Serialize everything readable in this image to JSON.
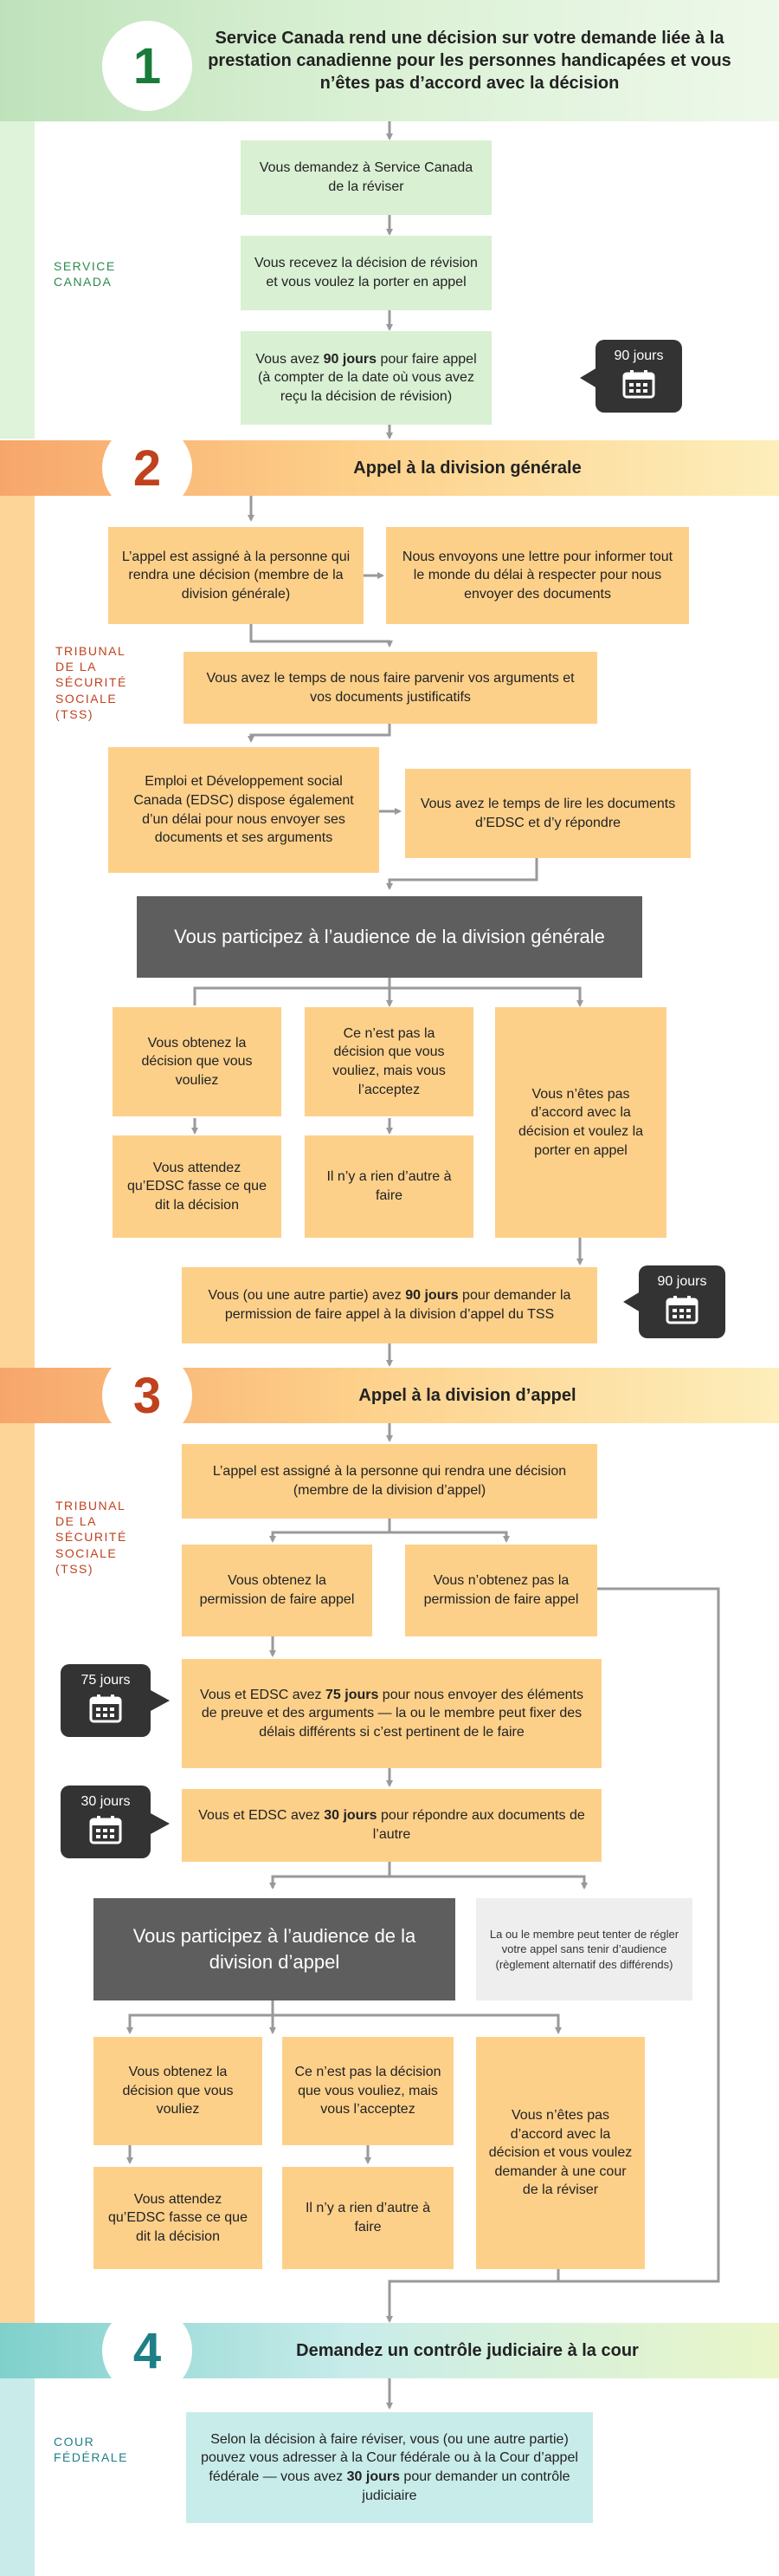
{
  "colors": {
    "green": "#d9f0d3",
    "orange": "#fdd08a",
    "teal": "#c8ecea",
    "dark": "#5e5e5e",
    "arrow": "#999999"
  },
  "steps": [
    {
      "number": "1",
      "title": "Service Canada rend une décision sur votre demande liée à la prestation canadienne pour les personnes handicapées et vous n’êtes pas d’accord avec la décision"
    },
    {
      "number": "2",
      "title": "Appel à la division générale"
    },
    {
      "number": "3",
      "title": "Appel à la division d’appel"
    },
    {
      "number": "4",
      "title": "Demandez un contrôle judiciaire à la cour"
    }
  ],
  "sides": {
    "sc": [
      "SERVICE",
      "CANADA"
    ],
    "tss1": [
      "TRIBUNAL",
      "DE LA",
      "SÉCURITÉ",
      "SOCIALE",
      "(TSS)"
    ],
    "tss2": [
      "TRIBUNAL",
      "DE LA",
      "SÉCURITÉ",
      "SOCIALE",
      "(TSS)"
    ],
    "cf": [
      "COUR",
      "FÉDÉRALE"
    ]
  },
  "s1": {
    "b1": "Vous demandez à Service Canada de la réviser",
    "b2": "Vous recevez la décision de révision et vous voulez la porter en appel",
    "b3_pre": "Vous avez ",
    "b3_bold": "90 jours",
    "b3_post": " pour faire appel (à compter de la date où vous avez reçu la décision de révision)",
    "badge": "90 jours"
  },
  "s2": {
    "b1": "L’appel est assigné à la personne qui rendra une décision (membre de la division générale)",
    "b2": "Nous envoyons une lettre pour informer tout le monde du délai à respecter pour nous envoyer des documents",
    "b3": "Vous avez le temps de nous faire parvenir vos arguments et vos documents justificatifs",
    "b4": "Emploi et Développement social Canada (EDSC) dispose également d’un délai pour nous envoyer ses documents et ses arguments",
    "b5": "Vous avez le temps de lire les documents d’EDSC et d’y répondre",
    "hearing": "Vous participez à l’audience de la division générale",
    "o1": "Vous obtenez la décision que vous vouliez",
    "o2": "Ce n’est pas la décision que vous vouliez, mais vous l’acceptez",
    "o3": "Vous n’êtes pas d’accord avec la décision et voulez la porter en appel",
    "o1b": "Vous attendez qu’EDSC fasse ce que dit la décision",
    "o2b": "Il n’y a rien d’autre à faire",
    "b6_pre": "Vous (ou une autre partie) avez ",
    "b6_bold": "90 jours",
    "b6_post": " pour demander la permission de faire appel à la division d’appel du TSS",
    "badge": "90 jours"
  },
  "s3": {
    "b1": "L’appel est assigné à la personne qui rendra une décision (membre de la division d’appel)",
    "p1": "Vous obtenez la permission de faire appel",
    "p2": "Vous n’obtenez pas la permission de faire appel",
    "b2_pre": "Vous et EDSC avez ",
    "b2_bold": "75 jours",
    "b2_post": " pour nous envoyer des éléments de preuve et des arguments — la ou le membre peut fixer des délais différents si c’est pertinent de le faire",
    "badge75": "75 jours",
    "b3_pre": "Vous et EDSC avez ",
    "b3_bold": "30 jours",
    "b3_post": " pour répondre aux documents de l’autre",
    "badge30": "30 jours",
    "hearing": "Vous participez à l’audience de la division d’appel",
    "note": "La ou le membre peut tenter de régler votre appel sans tenir d’audience (règlement alternatif des différends)",
    "o1": "Vous obtenez la décision que vous vouliez",
    "o2": "Ce n’est pas la décision que vous vouliez, mais vous l’acceptez",
    "o3": "Vous n’êtes pas d’accord avec la décision et vous voulez demander à une cour de la réviser",
    "o1b": "Vous attendez qu’EDSC fasse ce que dit la décision",
    "o2b": "Il n’y a rien d’autre à faire"
  },
  "s4": {
    "b1_pre": "Selon la décision à faire réviser, vous (ou une autre partie) pouvez vous adresser à la Cour fédérale ou à la Cour d’appel fédérale — vous avez ",
    "b1_bold": "30 jours",
    "b1_post": " pour demander un contrôle judiciaire"
  }
}
